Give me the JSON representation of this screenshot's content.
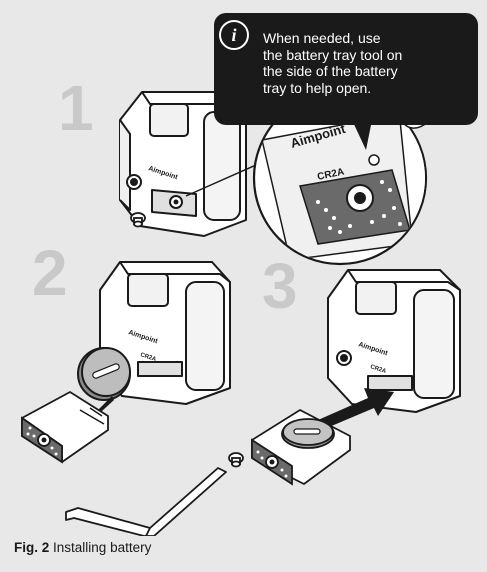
{
  "figure": {
    "label": "Fig. 2",
    "title": "Installing battery"
  },
  "steps": {
    "step1": "1",
    "step2": "2",
    "step3": "3"
  },
  "callout": {
    "icon_glyph": "i",
    "icon": "info-icon",
    "text": "When needed, use the battery tray tool on the side of the battery tray to help open."
  },
  "device": {
    "brand_text": "Aimpoint",
    "battery_type": "CR2A"
  },
  "colors": {
    "background": "#e8e8e8",
    "step_numbers": "#c9c9c9",
    "callout_bg": "#1a1a1a",
    "line_art": "#1a1a1a",
    "arrow": "#1a1a1a"
  }
}
